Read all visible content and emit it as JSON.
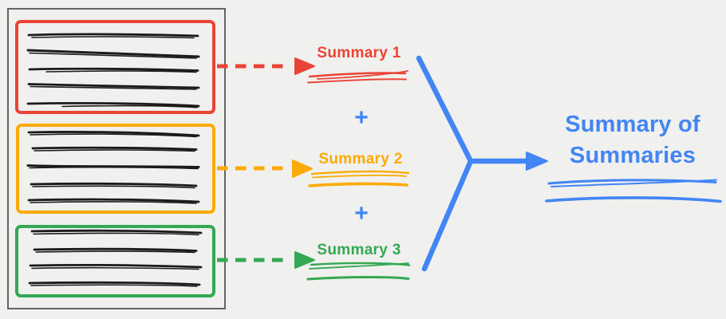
{
  "diagram": {
    "document": {
      "sections": [
        {
          "name": "section-1",
          "color": "#EA4335",
          "summary_label": "Summary 1",
          "sketch_lines": 5
        },
        {
          "name": "section-2",
          "color": "#FBAB05",
          "summary_label": "Summary 2",
          "sketch_lines": 5
        },
        {
          "name": "section-3",
          "color": "#34A853",
          "summary_label": "Summary 3",
          "sketch_lines": 4
        }
      ]
    },
    "operators": {
      "plus": "+"
    },
    "result": {
      "label": "Summary of Summaries",
      "color": "#4285F4"
    }
  },
  "colors": {
    "red": "#EA4335",
    "orange": "#FBAB05",
    "green": "#34A853",
    "blue": "#4285F4",
    "ink": "#1b1b1b",
    "document_border": "#636363",
    "background": "#f0f0ee"
  }
}
